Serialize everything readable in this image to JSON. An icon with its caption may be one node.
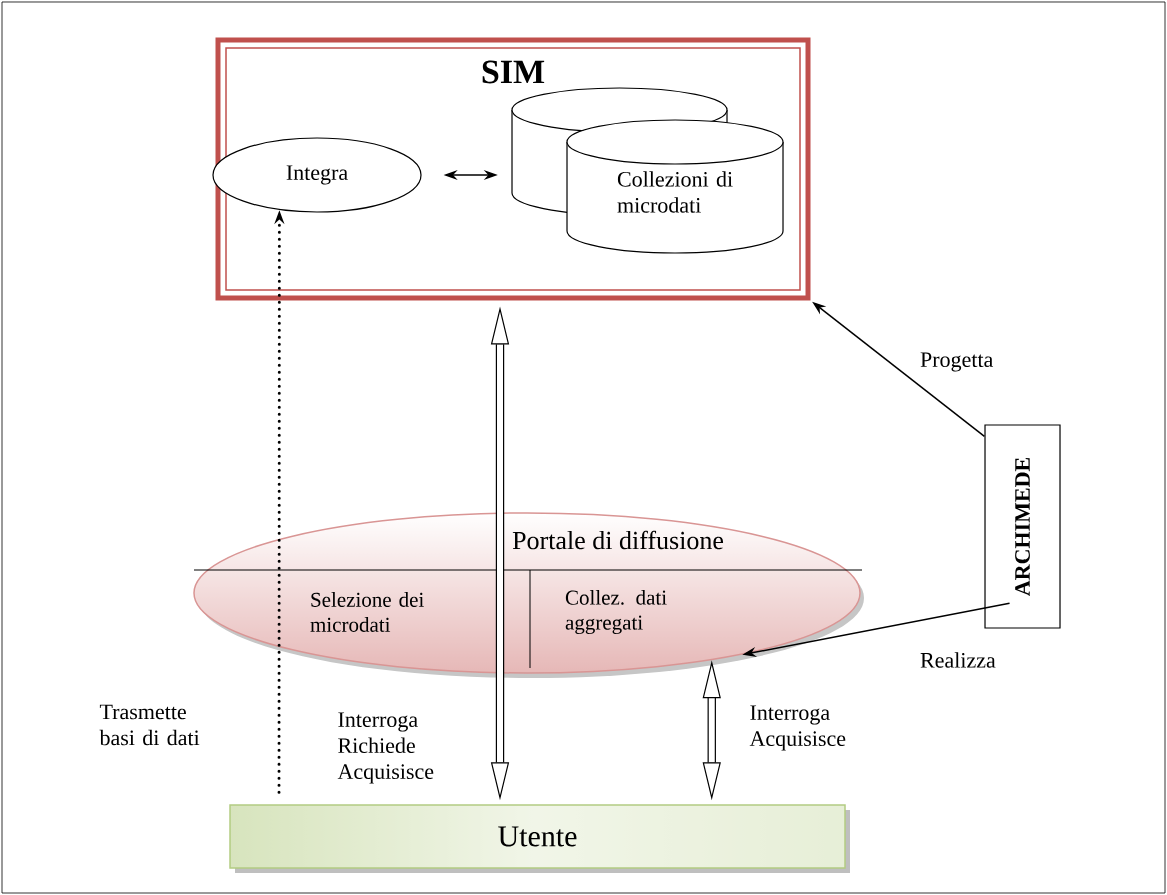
{
  "diagram": {
    "nodes": [
      {
        "text": [
          "SIM"
        ]
      },
      {
        "text": [
          "Integra"
        ],
        "in": 0
      },
      {
        "text": [],
        "shape": "cylinder",
        "in": 0
      },
      {
        "text": [
          "Collezioni di microdati"
        ],
        "in": 0
      },
      {
        "text": [
          "ARCHIMEDE"
        ]
      },
      {
        "text": [
          "Portale di diffusione"
        ]
      },
      {
        "text": [
          "Selezione dei microdati"
        ],
        "in": 5
      },
      {
        "text": [
          "Collez. dati aggregati"
        ],
        "in": 5
      },
      {
        "text": [
          "Utente"
        ]
      }
    ],
    "edges": [
      {
        "from": 1,
        "to": 2,
        "arrow": "both"
      },
      {
        "from": 0,
        "to": 8,
        "arrow": "both",
        "label": "Interroga Richiede Acquisisce",
        "style": "thick"
      },
      {
        "from": 5,
        "to": 8,
        "arrow": "both",
        "label": "Interroga Acquisisce",
        "style": "thick"
      },
      {
        "from": 4,
        "to": 0,
        "arrow": "to",
        "label": "Progetta"
      },
      {
        "from": 4,
        "to": 5,
        "arrow": "to",
        "label": "Realizza"
      },
      {
        "from": 8,
        "to": 1,
        "arrow": "to",
        "label": "Trasmette basi di dati",
        "style": "dashed"
      }
    ]
  }
}
